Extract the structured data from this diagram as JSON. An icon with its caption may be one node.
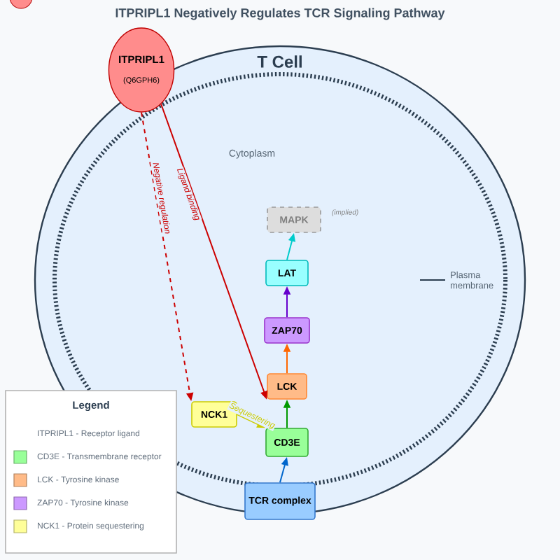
{
  "diagram": {
    "title": "ITPRIPL1 Negatively Regulates TCR Signaling Pathway",
    "nodes": [
      {
        "text": [
          "T Cell"
        ]
      },
      {
        "text": [
          "ITPRIPL1",
          "(Q6GPH6)"
        ]
      },
      {
        "text": [
          "MAPK"
        ],
        "in": 0,
        "beside": [
          "(implied)"
        ]
      },
      {
        "text": [
          "LAT"
        ],
        "in": 0
      },
      {
        "text": [
          "ZAP70"
        ],
        "in": 0
      },
      {
        "text": [
          "LCK"
        ],
        "in": 0
      },
      {
        "text": [
          "NCK1"
        ],
        "in": 0
      },
      {
        "text": [
          "CD3E"
        ],
        "in": 0
      },
      {
        "text": [
          "TCR complex"
        ]
      },
      {
        "text": [
          "Plasma membrane"
        ],
        "in": 0
      }
    ],
    "edges": [
      {
        "from": 1,
        "to": 6,
        "arrow": "to",
        "label": "Negative regulation",
        "style": "dashed",
        "color": "#cc0000"
      },
      {
        "from": 1,
        "to": 5,
        "arrow": "to",
        "label": "Ligand binding",
        "color": "#cc0000"
      },
      {
        "from": 6,
        "to": 7,
        "arrow": "to",
        "label": "Sequestering",
        "color": "#cccc00"
      },
      {
        "from": 7,
        "to": 5,
        "arrow": "to",
        "color": "#009900"
      },
      {
        "from": 5,
        "to": 4,
        "arrow": "to",
        "color": "#ff6600"
      },
      {
        "from": 4,
        "to": 3,
        "arrow": "to",
        "color": "#6600cc"
      },
      {
        "from": 3,
        "to": 2,
        "arrow": "to",
        "color": "#00cccc"
      },
      {
        "from": 8,
        "to": 7,
        "arrow": "to",
        "color": "#0066cc"
      },
      {
        "from": 9,
        "to": null,
        "arrow": "none",
        "color": "#2c3e50"
      }
    ],
    "labels": [
      "Cytoplasm",
      "Legend"
    ],
    "legend": [
      {
        "text": "ITPRIPL1 - Receptor ligand"
      },
      {
        "text": "CD3E - Transmembrane receptor",
        "color": "#99ff99"
      },
      {
        "text": "LCK - Tyrosine kinase",
        "color": "#ffbb88"
      },
      {
        "text": "ZAP70 - Tyrosine kinase",
        "color": "#cc99ff"
      },
      {
        "text": "NCK1 - Protein sequestering",
        "color": "#ffff99"
      }
    ]
  }
}
